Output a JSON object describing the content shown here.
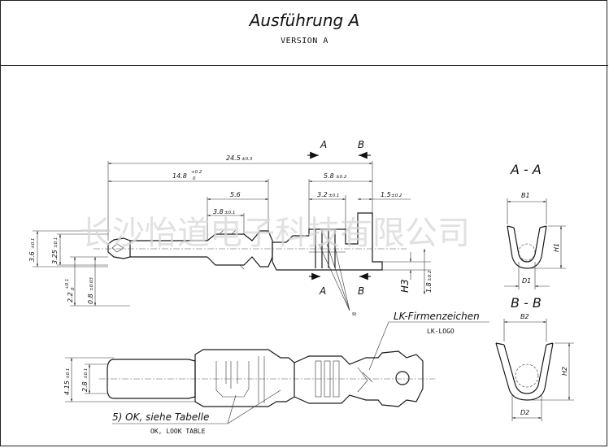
{
  "title": {
    "main": "Ausführung A",
    "sub": "VERSION A"
  },
  "watermark": "长沙怡道电子科技有限公司",
  "dimensions": {
    "overall": "24.5",
    "overall_tol": "±0.3",
    "d148": "14.8",
    "d148_tol_up": "+0.2",
    "d148_tol_lo": "0",
    "d58": "5.8",
    "d58_tol": "±0.2",
    "d56": "5.6",
    "d32": "3.2",
    "d32_tol": "±0.1",
    "d15": "1.5",
    "d15_tol": "±0.2",
    "d38": "3.8",
    "d38_tol": "±0.1",
    "v36": "3.6",
    "v36_tol": "±0.1",
    "v325": "3.25",
    "v325_tol": "±0.1",
    "v22": "2.2",
    "v22_tol_up": "+0.1",
    "v22_tol_lo": "0",
    "v08": "0.8",
    "v08_tol": "±0.03",
    "h3": "H3",
    "v18": "1.8",
    "v18_tol": "±0.2",
    "v415": "4.15",
    "v415_tol": "±0.1",
    "v28": "2.8",
    "v28_tol": "±0.1"
  },
  "sections": {
    "a_marker": "A",
    "b_marker": "B",
    "aa_title": "A - A",
    "bb_title": "B - B",
    "b1": "B1",
    "h1": "H1",
    "d1": "D1",
    "b2": "B2",
    "h2": "H2",
    "d2": "D2"
  },
  "notes": {
    "lk_main": "LK-Firmenzeichen",
    "lk_sub": "LK-LOGO",
    "ok_main": "5) OK, siehe Tabelle",
    "ok_sub": "OK, LOOK TABLE",
    "note9": "9)"
  }
}
